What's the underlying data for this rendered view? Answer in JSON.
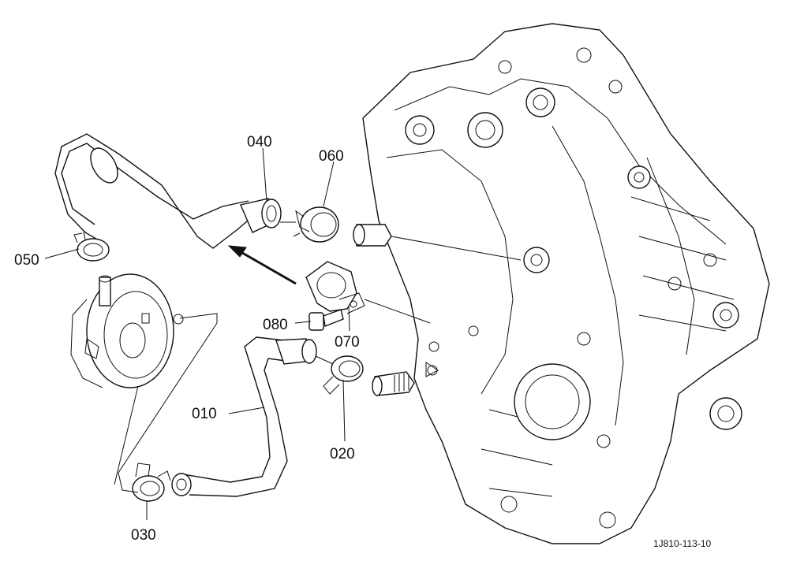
{
  "callouts": [
    {
      "id": "010",
      "label": "010"
    },
    {
      "id": "020",
      "label": "020"
    },
    {
      "id": "030",
      "label": "030"
    },
    {
      "id": "040",
      "label": "040"
    },
    {
      "id": "050",
      "label": "050"
    },
    {
      "id": "060",
      "label": "060"
    },
    {
      "id": "070",
      "label": "070"
    },
    {
      "id": "080",
      "label": "080"
    }
  ],
  "reference_code": "1J810-113-10"
}
